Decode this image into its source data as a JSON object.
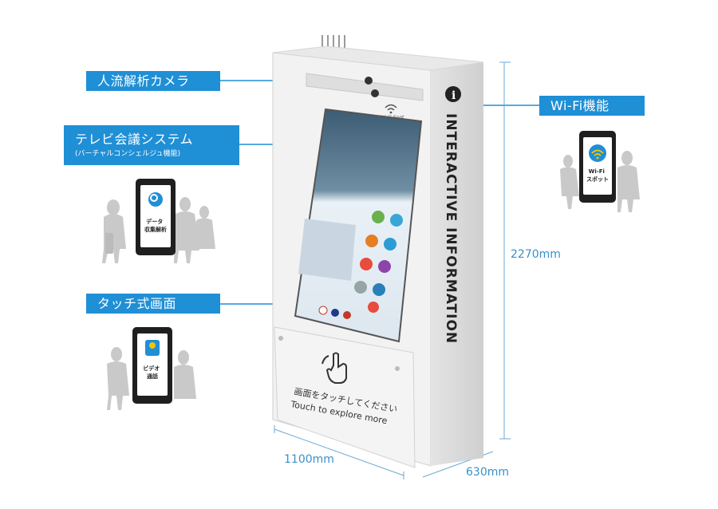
{
  "callouts": {
    "people_flow": "人流解析カメラ",
    "tv_conference": "テレビ会議システム",
    "tv_conference_sub": "(バーチャルコンシェルジュ機能)",
    "touch_screen": "タッチ式画面",
    "wifi": "Wi-Fi機能"
  },
  "phones": {
    "data_collection": "データ\n収集解析",
    "video_call": "ビデオ\n通話",
    "wifi_spot": "Wi-Fi\nスポット"
  },
  "kiosk": {
    "side_text": "INTERACTIVE INFORMATION",
    "wifi_label": "Free Wi-Fi Spot",
    "panel_jp": "画面をタッチしてください",
    "panel_en": "Touch to explore more"
  },
  "dimensions": {
    "height": "2270mm",
    "width": "1100mm",
    "depth": "630mm"
  },
  "colors": {
    "accent": "#1f8fd6",
    "dimension": "#3a90c8"
  }
}
